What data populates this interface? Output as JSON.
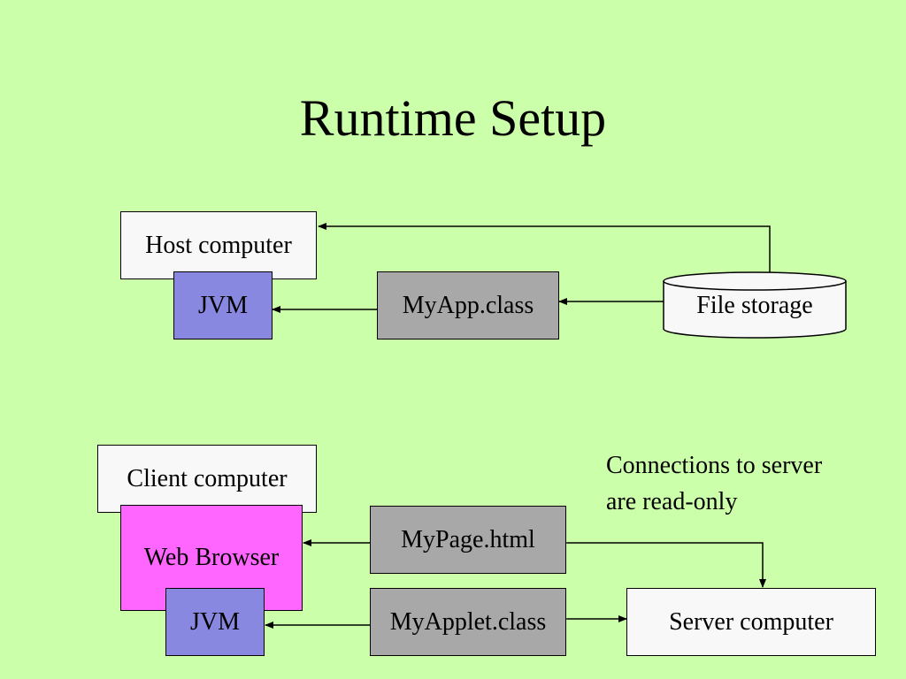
{
  "title": "Runtime Setup",
  "top": {
    "host": "Host computer",
    "jvm": "JVM",
    "class_file": "MyApp.class",
    "storage": "File storage"
  },
  "bottom": {
    "client": "Client computer",
    "browser": "Web Browser",
    "jvm": "JVM",
    "page": "MyPage.html",
    "applet": "MyApplet.class",
    "server": "Server computer",
    "note_line1": "Connections to server",
    "note_line2": "are read-only"
  }
}
